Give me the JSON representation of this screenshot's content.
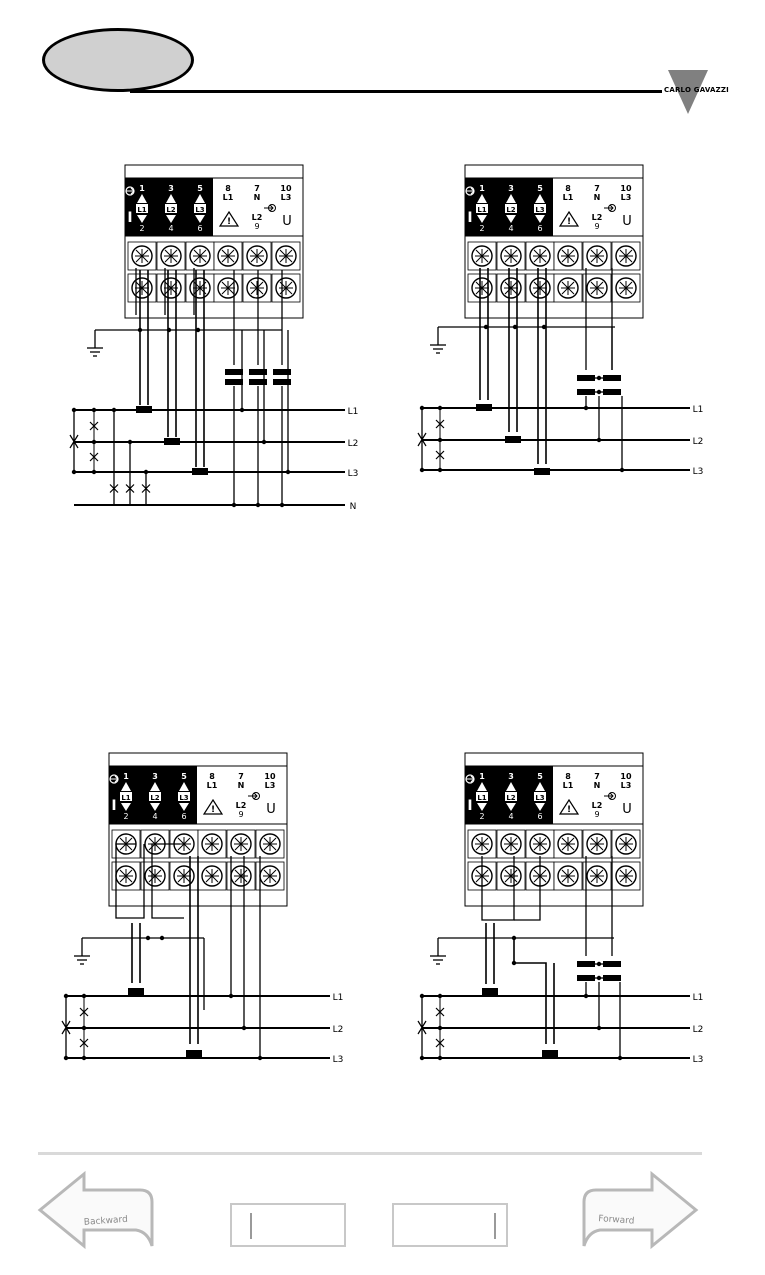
{
  "brand": "CARLO GAVAZZI",
  "terminal_block": {
    "top": [
      "1",
      "3",
      "5",
      "8",
      "7",
      "10"
    ],
    "phases": [
      "L1",
      "L2",
      "L3"
    ],
    "bottom": [
      "2",
      "4",
      "6"
    ],
    "current_symbol": "I",
    "l1": "L1",
    "n": "N",
    "l3": "L3",
    "l2": "L2",
    "nine": "9",
    "voltage_symbol": "U"
  },
  "lines": {
    "l1": "L1",
    "l2": "L2",
    "l3": "L3",
    "n": "N"
  },
  "nav": {
    "back_label": "Backward",
    "forward_label": "Forward"
  },
  "colors": {
    "ink": "#000000",
    "oval_fill": "#d0d0d0",
    "nav_gray": "#c8c8c8"
  }
}
